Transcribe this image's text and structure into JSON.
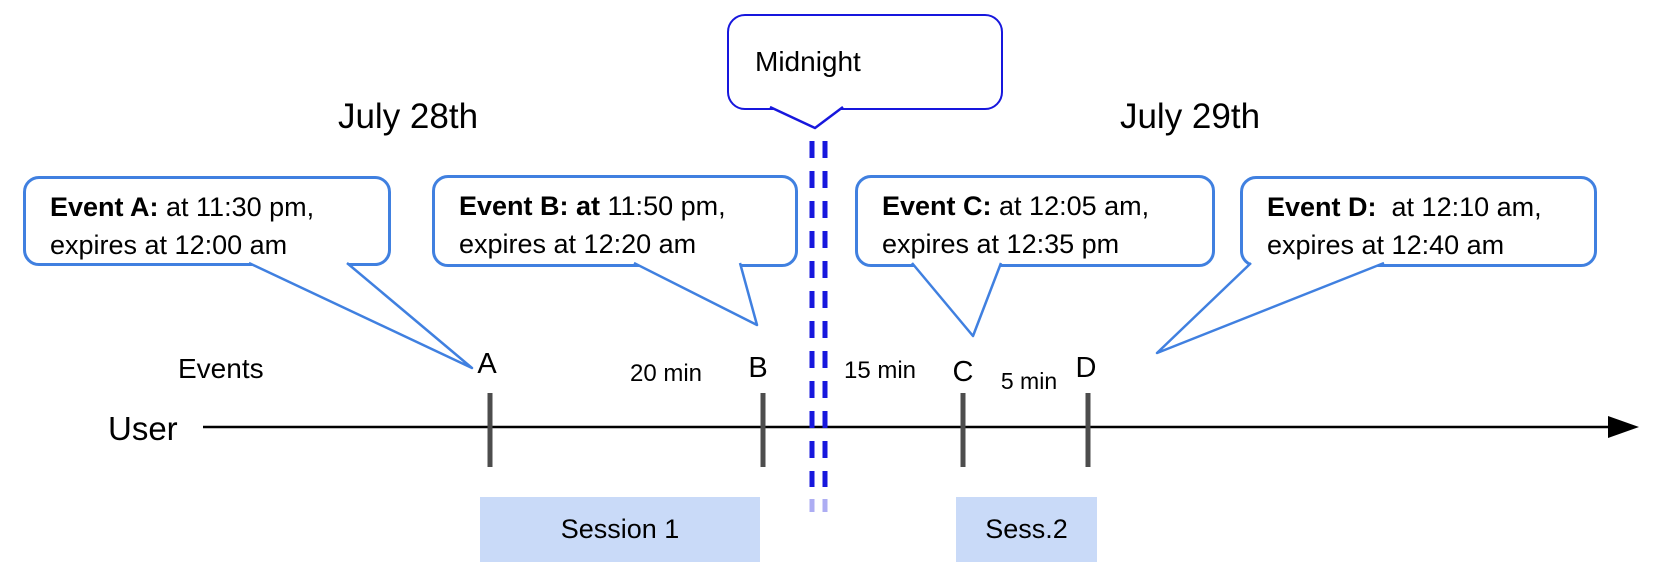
{
  "headings": {
    "left_date": "July 28th",
    "right_date": "July 29th"
  },
  "midnight_callout": {
    "label": "Midnight"
  },
  "event_callouts": [
    {
      "name": "event-a",
      "bold": "Event A:",
      "rest": " at 11:30 pm,",
      "line2": "expires at 12:00 am"
    },
    {
      "name": "event-b",
      "bold": "Event B: at",
      "rest": " 11:50 pm,",
      "line2": "expires at 12:20 am"
    },
    {
      "name": "event-c",
      "bold": "Event C:",
      "rest": " at 12:05 am,",
      "line2": "expires at 12:35 pm"
    },
    {
      "name": "event-d",
      "bold": "Event D:",
      "rest": "  at 12:10 am,",
      "line2": "expires at 12:40 am"
    }
  ],
  "timeline": {
    "events_label": "Events",
    "user_label": "User",
    "ticks": [
      {
        "label": "A"
      },
      {
        "label": "B"
      },
      {
        "label": "C"
      },
      {
        "label": "D"
      }
    ],
    "gaps": [
      {
        "label": "20 min"
      },
      {
        "label": "15 min"
      },
      {
        "label": "5 min"
      }
    ]
  },
  "sessions": [
    {
      "label": "Session 1"
    },
    {
      "label": "Sess.2"
    }
  ],
  "colors": {
    "background": "#ffffff",
    "text": "#000000",
    "bubble_blue": "#4080e0",
    "deep_blue": "#1717dd",
    "session_fill": "#c9daf8",
    "tick_gray": "#4d4d4d"
  }
}
